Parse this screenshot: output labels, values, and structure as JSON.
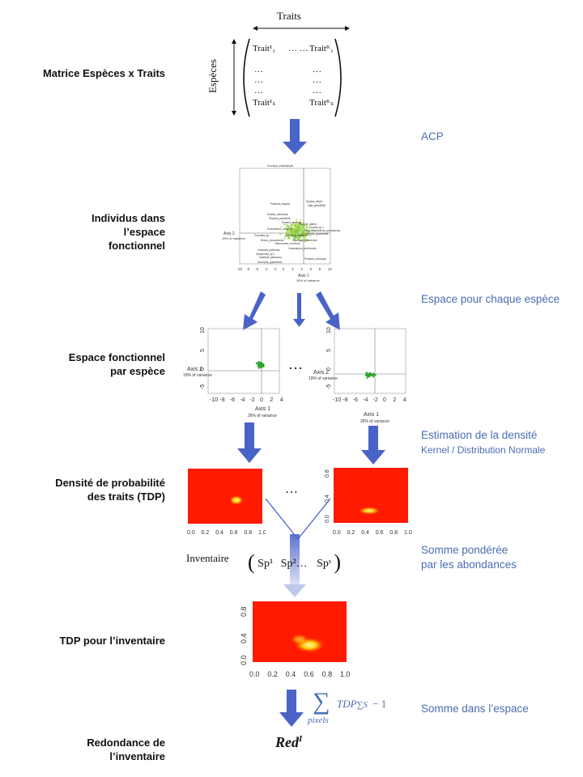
{
  "stages": {
    "matrix": "Matrice Espèces x Traits",
    "individus_l1": "Individus dans",
    "individus_l2": "l’espace",
    "individus_l3": "fonctionnel",
    "espace_l1": "Espace fonctionnel",
    "espace_l2": "par espèce",
    "densite_l1": "Densité de probabilité",
    "densite_l2": "des traits (TDP)",
    "tdp_inv": "TDP pour l’inventaire",
    "red_l1": "Redondance de",
    "red_l2": "l’inventaire"
  },
  "notes": {
    "acp": "ACP",
    "espace_chaque": "Espace pour chaque espèce",
    "estimation_l1": "Estimation  de la densité",
    "estimation_l2": "Kernel / Distribution Normale",
    "somme_l1": "Somme pondérée",
    "somme_l2": "par les abondances",
    "somme_espace": "Somme dans l’espace"
  },
  "matrix": {
    "col_header": "Traits",
    "row_header": "Espèces",
    "cell_11": "Trait¹₁",
    "cell_1k": "Traitᴷ₁",
    "cell_s1": "Trait¹ₛ",
    "cell_sk": "Traitᴷₛ",
    "hdots": "…  …",
    "vdots": "…"
  },
  "pca": {
    "axis1": "Axis 1",
    "axis1_var": "26% of variance",
    "axis2": "Axis 2",
    "axis2_var": "19% of variance",
    "species": [
      "Cecropia_sciadophylla",
      "Platonia_insignis",
      "Qualea_dinizii",
      "Inga_gracilifolia",
      "Hirtella_racemosa",
      "Sloanea_parviflora",
      "Protium_opacum",
      "Tovomita_sp.",
      "Eperua_grandiflora",
      "Licania_sp.1",
      "Pseudopiptadenia_psilostachya",
      "Tapirira_guianensis",
      "Casearia_javitensis",
      "Symphonia_sp.1",
      "Swartzia_panacoco",
      "Pouteria_reticulata",
      "Dicorynia_guianensis",
      "Tachigali_guianensis",
      "Eschweilera_coriacea",
      "Goupia_glabra",
      "Vouacapoua_americana",
      "Moronobea_coccinea",
      "Bocoa_prouacensis"
    ],
    "xticks": [
      "-10",
      "-8",
      "-6",
      "-4",
      "-2",
      "0",
      "2",
      "4",
      "6",
      "8",
      "10"
    ]
  },
  "per_species": {
    "ellipsis": "…",
    "axis1": "Axis 1",
    "axis1_var": "26% of variance",
    "axis2": "Axis 2",
    "axis2_var": "19% of variance",
    "xticks": [
      "-10",
      "-8",
      "-6",
      "-4",
      "-2",
      "0",
      "2",
      "4"
    ],
    "yticks": [
      "10",
      "5",
      "0",
      "-5"
    ]
  },
  "density": {
    "ellipsis": "…",
    "xticks": [
      "0.0",
      "0.2",
      "0.4",
      "0.6",
      "0.8",
      "1.0"
    ],
    "yticks": [
      "0.0",
      "0.4",
      "0.8"
    ]
  },
  "inventory": {
    "label": "Inventaire",
    "sp1": "Sp¹",
    "sp2": "Sp²…",
    "sps": "Spˢ"
  },
  "formula": {
    "sum_sub": "pixels",
    "tdp": "TDP",
    "sigma_s": "∑S",
    "minus_one": "− 1",
    "red": "Red",
    "red_sup": "I"
  },
  "colors": {
    "arrow": "#4a63c7",
    "note": "#4a6db3",
    "density_bg": "#ff1a00",
    "scatter": "#2fa52f"
  }
}
